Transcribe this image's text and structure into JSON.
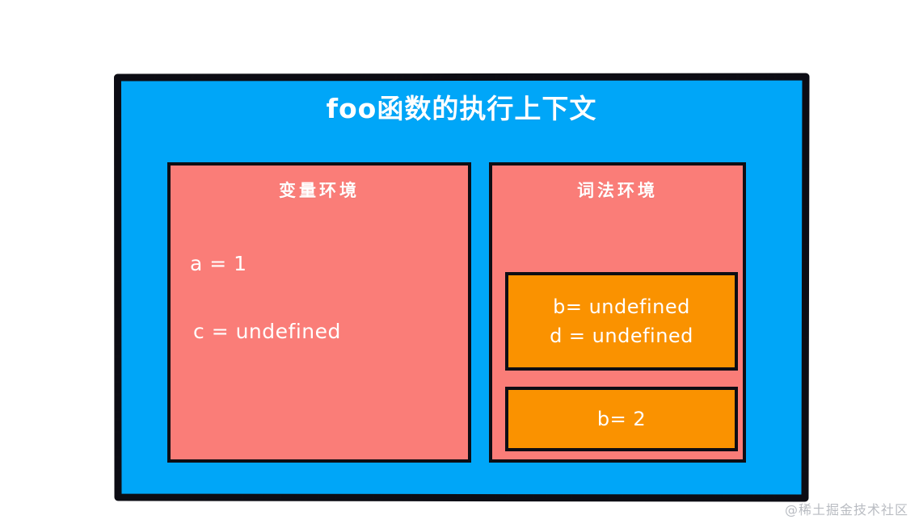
{
  "diagram": {
    "title": "foo函数的执行上下文",
    "colors": {
      "context_background": "#00A6F8",
      "environment_background": "#FA7D78",
      "binding_background": "#FA9200",
      "stroke": "#0D0D14",
      "text": "#FFFFFF"
    },
    "variable_environment": {
      "title": "变量环境",
      "entries": [
        {
          "text": "a = 1"
        },
        {
          "text": "c = undefined"
        }
      ]
    },
    "lexical_environment": {
      "title": "词法环境",
      "binding_boxes": [
        {
          "name": "hoisted-bindings",
          "lines": [
            "b= undefined",
            "d = undefined"
          ]
        },
        {
          "name": "assigned-bindings",
          "lines": [
            "b= 2"
          ]
        }
      ]
    }
  },
  "watermark": {
    "text": "@稀土掘金技术社区"
  }
}
